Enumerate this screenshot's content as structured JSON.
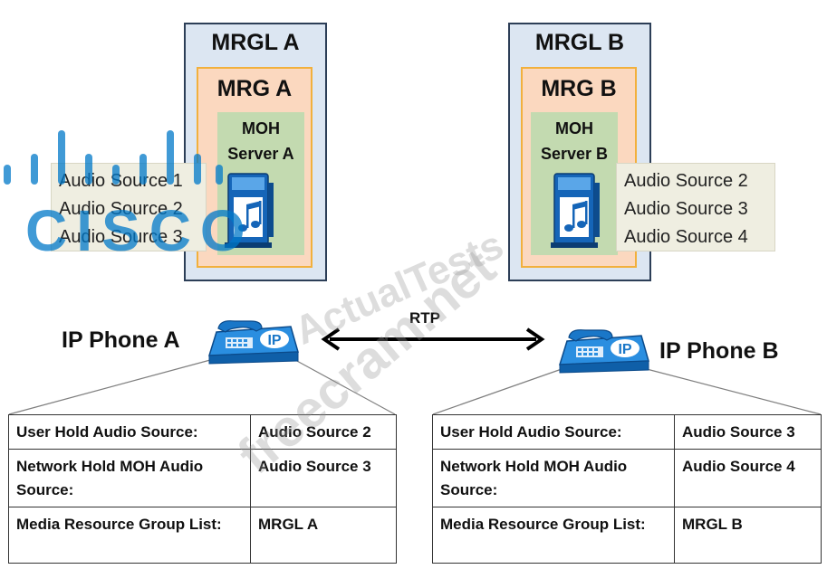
{
  "left": {
    "mrgl_title": "MRGL A",
    "mrg_title": "MRG A",
    "moh_line1": "MOH",
    "moh_line2": "Server  A",
    "audio_sources": [
      "Audio Source 1",
      "Audio Source 2",
      "Audio Source 3"
    ],
    "phone_label": "IP Phone A",
    "table": [
      {
        "label": "User Hold Audio Source:",
        "value": "Audio Source 2"
      },
      {
        "label": "Network Hold MOH Audio Source:",
        "value": "Audio Source 3"
      },
      {
        "label": "Media Resource Group List:",
        "value": "MRGL A"
      }
    ]
  },
  "right": {
    "mrgl_title": "MRGL B",
    "mrg_title": "MRG B",
    "moh_line1": "MOH",
    "moh_line2": "Server  B",
    "audio_sources": [
      "Audio Source 2",
      "Audio Source 3",
      "Audio Source 4"
    ],
    "phone_label": "IP Phone B",
    "table": [
      {
        "label": "User Hold Audio Source:",
        "value": "Audio Source 3"
      },
      {
        "label": "Network Hold MOH Audio Source:",
        "value": "Audio Source 4"
      },
      {
        "label": "Media Resource Group List:",
        "value": "MRGL B"
      }
    ]
  },
  "link_label": "RTP",
  "phone_icon_text": "IP",
  "watermarks": {
    "logo_word": "CISCO",
    "text1": "ActualTests",
    "text2": "freecram.net"
  },
  "colors": {
    "mrgl_bg": "#dce6f2",
    "mrg_bg": "#fbd8bf",
    "mrg_border": "#f2b03c",
    "moh_bg": "#c3dab0",
    "phone_blue": "#1e7fd0"
  }
}
